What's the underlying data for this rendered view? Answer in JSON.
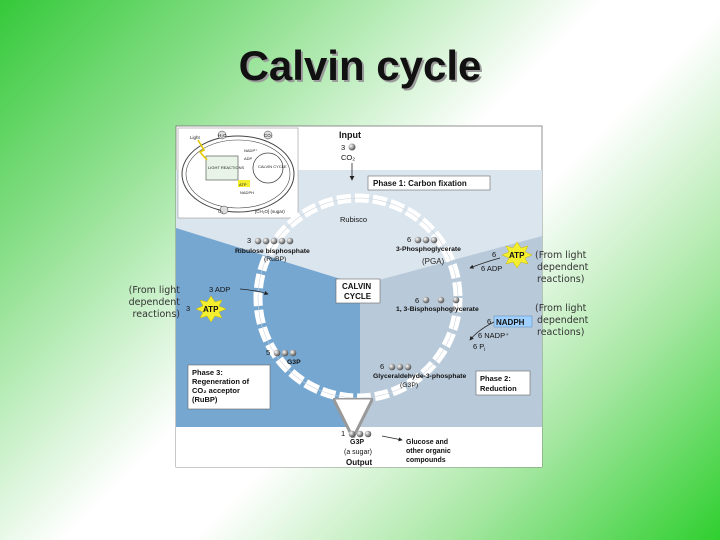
{
  "title": "Calvin cycle",
  "colors": {
    "bg_green": "#2fcf2f",
    "panel_light": "#dce6ee",
    "panel_mid": "#b9cad9",
    "panel_dark": "#7aa8cc",
    "phase_box": "#ffffff",
    "atp_yellow": "#f4ef2e",
    "nadph_blue": "#9fd0ff"
  },
  "diagram": {
    "inset": {
      "light_label": "Light",
      "h2o_label": "H₂O",
      "co2_label": "CO₂",
      "light_reactions_label": "LIGHT REACTIONS",
      "calvin_cycle_label": "CALVIN CYCLE",
      "nadp_label": "NADP⁺",
      "adp_label": "ADP",
      "atp_label": "ATP",
      "nadph_label": "NADPH",
      "o2_label": "O₂",
      "sugar_label": "[CH₂O] (sugar)"
    },
    "input_label": "Input",
    "input_qty": "3",
    "input_molecule": "CO₂",
    "phase1": "Phase 1: Carbon fixation",
    "phase2_line1": "Phase 2:",
    "phase2_line2": "Reduction",
    "phase3_line1": "Phase 3:",
    "phase3_line2": "Regeneration of",
    "phase3_line3": "CO₂ acceptor",
    "phase3_line4": "(RuBP)",
    "rubisco": "Rubisco",
    "center_line1": "CALVIN",
    "center_line2": "CYCLE",
    "rubp_qty": "3",
    "rubp_name": "Ribulose bisphosphate",
    "rubp_abbr": "(RuBP)",
    "pga_qty": "6",
    "pga_name": "3-Phosphoglycerate",
    "pga_note": "(PGA)",
    "atp_qty_right": "6",
    "atp": "ATP",
    "adp_right": "6 ADP",
    "bpg_qty": "6",
    "bpg_name": "1, 3-Bisphosphoglycerate",
    "nadph_qty": "6",
    "nadph": "NADPH",
    "nadp_right": "6 NADP⁺",
    "pi_right": "6 P",
    "pi_sub": "i",
    "g3p_qty": "6",
    "g3p_name": "Glyceraldehyde-3-phosphate",
    "g3p_abbr": "(G3P)",
    "g3p5_qty": "5",
    "g3p5_name": "G3P",
    "adp_left": "3 ADP",
    "atp_left_qty": "3",
    "output_qty": "1",
    "output_name": "G3P",
    "output_note": "(a sugar)",
    "output_label": "Output",
    "glucose_line1": "Glucose and",
    "glucose_line2": "other organic",
    "glucose_line3": "compounds"
  },
  "notes": {
    "right_top": [
      "(From light",
      "dependent",
      "reactions)"
    ],
    "right_bottom": [
      "(From light",
      "dependent",
      "reactions)"
    ],
    "left": [
      "(From light",
      "dependent",
      "reactions)"
    ]
  }
}
